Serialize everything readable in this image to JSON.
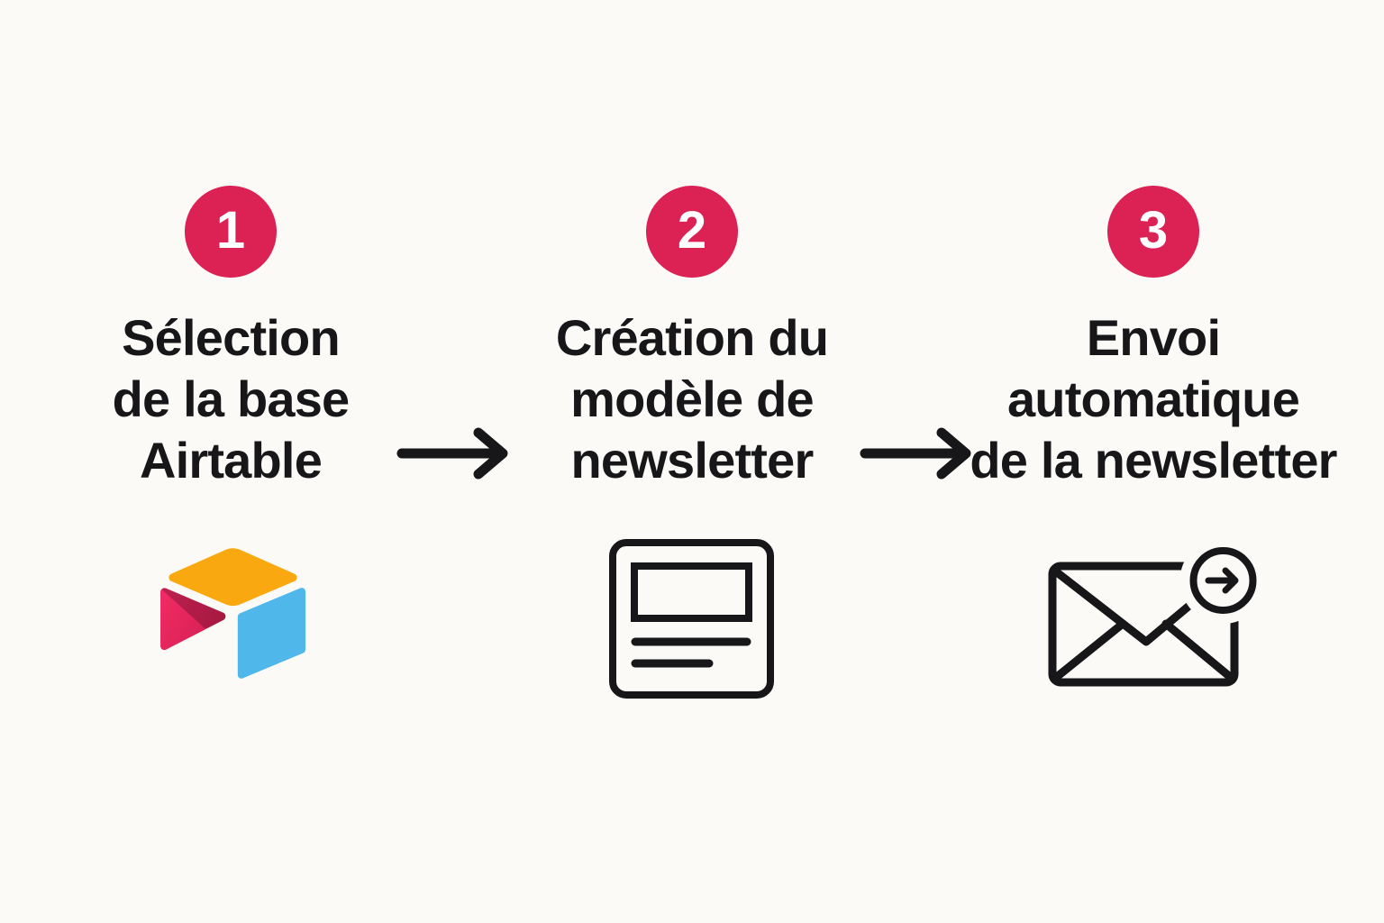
{
  "meta": {
    "background_color": "#FBFAF7",
    "text_color": "#17171A",
    "accent_color": "#DC2155",
    "icon_stroke_color": "#17171A"
  },
  "steps": [
    {
      "number": "1",
      "title_lines": [
        "Sélection",
        "de la base",
        "Airtable"
      ],
      "icon": "airtable-logo",
      "icon_colors": {
        "yellow": "#F9A80F",
        "blue": "#50B7EA",
        "pink": "#ED2964",
        "shadow": "#C21949"
      }
    },
    {
      "number": "2",
      "title_lines": [
        "Création du",
        "modèle de",
        "newsletter"
      ],
      "icon": "newsletter-template-icon"
    },
    {
      "number": "3",
      "title_lines": [
        "Envoi",
        "automatique",
        "de la newsletter"
      ],
      "icon": "email-send-icon"
    }
  ],
  "connectors": [
    {
      "icon": "arrow-right-icon"
    },
    {
      "icon": "arrow-right-icon"
    }
  ]
}
